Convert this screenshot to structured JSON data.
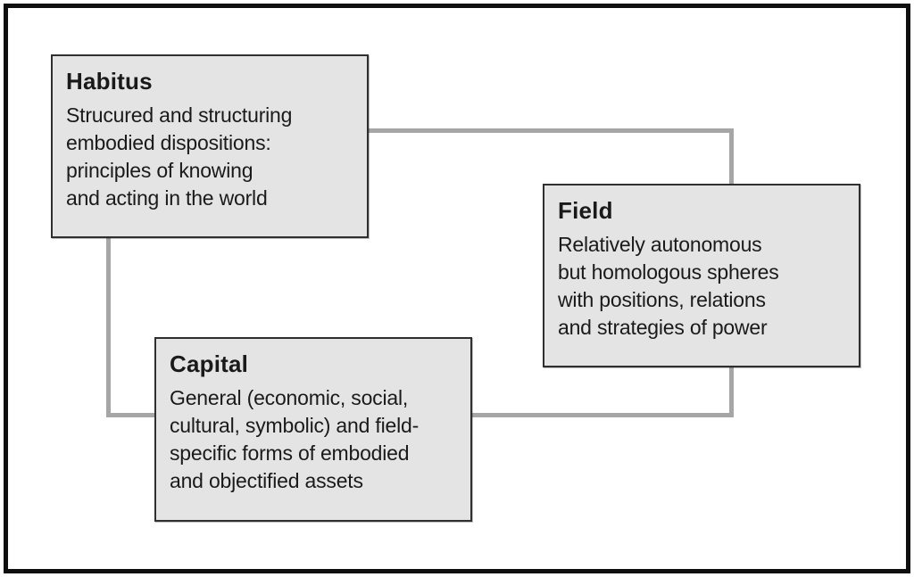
{
  "figure": {
    "boxes": {
      "habitus": {
        "title": "Habitus",
        "body": "Strucured and structuring\nembodied dispositions:\nprinciples of knowing\nand acting in the world"
      },
      "field": {
        "title": "Field",
        "body": "Relatively autonomous\nbut homologous spheres\nwith positions, relations\nand strategies of power"
      },
      "capital": {
        "title": "Capital",
        "body": "General (economic, social,\ncultural, symbolic) and field-\nspecific forms of embodied\nand objectified assets"
      }
    },
    "connectors": [
      "habitus-to-field",
      "habitus-to-capital",
      "capital-to-field"
    ],
    "colors": {
      "box_fill": "#e4e4e4",
      "box_border": "#2f2f2f",
      "connector": "#a6a6a6",
      "frame": "#0f0f0f",
      "text": "#1a1a1a"
    }
  }
}
